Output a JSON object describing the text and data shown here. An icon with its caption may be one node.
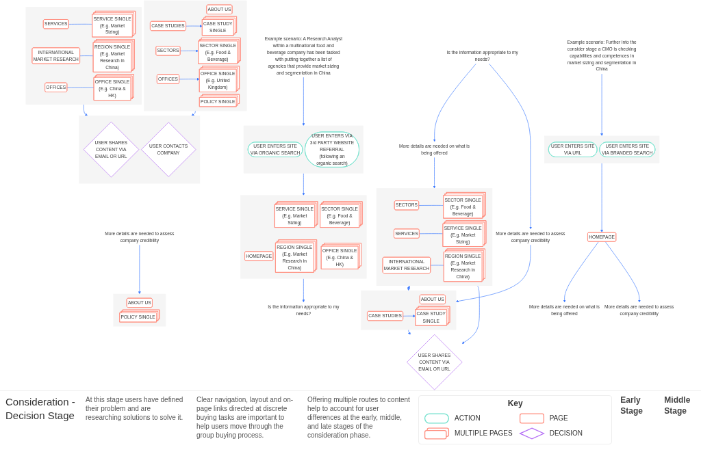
{
  "diagram": {
    "title": "Consideration - Decision Stage",
    "nodes": [
      {
        "text": [],
        "shape": "box"
      },
      {
        "text": [
          "SERVICES"
        ],
        "in": 0
      },
      {
        "text": [
          "SERVICE SINGLE (E.g. Market Sizing)"
        ],
        "in": 0
      },
      {
        "text": [
          "INTERNATIONAL MARKET RESEARCH"
        ],
        "in": 0
      },
      {
        "text": [
          "REGION SINGLE (E.g. Market Research in China)"
        ],
        "in": 0
      },
      {
        "text": [
          "OFFICES"
        ],
        "in": 0
      },
      {
        "text": [
          "OFFICE SINGLE (E.g. China & HK)"
        ],
        "in": 0
      },
      {
        "text": [],
        "shape": "box"
      },
      {
        "text": [
          "ABOUT US"
        ],
        "in": 7
      },
      {
        "text": [
          "POLICY SINGLE"
        ],
        "in": 7
      },
      {
        "text": [
          "CASE STUDIES"
        ],
        "in": 7
      },
      {
        "text": [
          "CASE STUDY SINGLE"
        ],
        "in": 7
      },
      {
        "text": [
          "SECTORS"
        ],
        "in": 7
      },
      {
        "text": [
          "SECTOR SINGLE (E.g. Food & Beverage)"
        ],
        "in": 7
      },
      {
        "text": [
          "OFFICES"
        ],
        "in": 7
      },
      {
        "text": [
          "OFFICE SINGLE (E.g. United Kingdom)"
        ],
        "in": 7
      },
      {
        "text": [],
        "shape": "box"
      },
      {
        "text": [
          "USER SHARES CONTENT VIA EMAIL OR URL"
        ],
        "in": 16
      },
      {
        "text": [
          "USER CONTACTS COMPANY"
        ],
        "in": 16
      },
      {
        "text": [
          "Is the information appropriate to my needs?"
        ]
      },
      {
        "text": [
          "More details are needed on what is being offered"
        ]
      },
      {
        "text": [
          "More details are needed to assess company credibility"
        ]
      },
      {
        "text": [],
        "shape": "box"
      },
      {
        "text": [
          "SECTORS"
        ],
        "in": 22
      },
      {
        "text": [
          "SECTOR SINGLE (E.g. Food & Beverage)"
        ],
        "in": 22
      },
      {
        "text": [
          "SERVICES"
        ],
        "in": 22
      },
      {
        "text": [
          "SERVICE SINGLE (E.g. Market Sizing)"
        ],
        "in": 22
      },
      {
        "text": [
          "INTERNATIONAL MARKET RESEARCH"
        ],
        "in": 22
      },
      {
        "text": [
          "REGION SINGLE (E.g. Market Research in China)"
        ],
        "in": 22
      },
      {
        "text": [],
        "shape": "box"
      },
      {
        "text": [
          "ABOUT US"
        ],
        "in": 29
      },
      {
        "text": [
          "CASE STUDIES"
        ],
        "in": 29
      },
      {
        "text": [
          "CASE STUDY SINGLE"
        ],
        "in": 29
      },
      {
        "text": [
          "USER SHARES CONTENT VIA EMAIL OR URL"
        ]
      },
      {
        "text": [
          "More details are needed to assess company credibility"
        ]
      },
      {
        "text": [],
        "shape": "box"
      },
      {
        "text": [
          "ABOUT US"
        ],
        "in": 35
      },
      {
        "text": [
          "POLICY SINGLE"
        ],
        "in": 35
      },
      {
        "text": [
          "Example scenario: A Research Analyst within a multinational food and beverage company has been tasked with putting together a list of agencies that provide market sizing and segmentation in China"
        ]
      },
      {
        "text": [],
        "shape": "box"
      },
      {
        "text": [
          "USER ENTERS SITE VIA ORGANIC SEARCH"
        ],
        "in": 39
      },
      {
        "text": [
          "USER ENTERS VIA 3rd PARTY WEBSITE REFERRAL (following an organic search)"
        ],
        "in": 39
      },
      {
        "text": [],
        "shape": "box"
      },
      {
        "text": [
          "HOMEPAGE"
        ],
        "in": 42
      },
      {
        "text": [
          "SERVICE SINGLE (E.g. Market Sizing)"
        ],
        "in": 42
      },
      {
        "text": [
          "SECTOR SINGLE (E.g. Food & Beverage)"
        ],
        "in": 42
      },
      {
        "text": [
          "REGION SINGLE (E.g. Market Research in China)"
        ],
        "in": 42
      },
      {
        "text": [
          "OFFICE SINGLE (E.g. China & HK)"
        ],
        "in": 42
      },
      {
        "text": [
          "Is the information appropriate to my needs?"
        ]
      },
      {
        "text": [
          "Example scenario: Further into the consider stage a CMO is checking capabilities and competences in market sizing and segmentation in China"
        ]
      },
      {
        "text": [],
        "shape": "box"
      },
      {
        "text": [
          "USER ENTERS SITE VIA URL"
        ],
        "in": 50
      },
      {
        "text": [
          "USER ENTERS SITE VIA BRANDED SEARCH"
        ],
        "in": 50
      },
      {
        "text": [
          "HOMEPAGE"
        ]
      },
      {
        "text": [
          "More details are needed on what is being offered"
        ]
      },
      {
        "text": [
          "More details are needed to assess company credibility"
        ]
      }
    ],
    "edges": [
      {
        "from": 1,
        "to": 2,
        "arrow": "none"
      },
      {
        "from": 3,
        "to": 4,
        "arrow": "none"
      },
      {
        "from": 5,
        "to": 6,
        "arrow": "none"
      },
      {
        "from": 10,
        "to": 11,
        "arrow": "to"
      },
      {
        "from": 12,
        "to": 13,
        "arrow": "to"
      },
      {
        "from": 14,
        "to": 15,
        "arrow": "to"
      },
      {
        "from": 0,
        "to": 16,
        "arrow": "to"
      },
      {
        "from": 7,
        "to": 16,
        "arrow": "to"
      },
      {
        "from": 19,
        "to": 20,
        "arrow": "to"
      },
      {
        "from": 19,
        "to": 21,
        "arrow": "to"
      },
      {
        "from": 20,
        "to": 22,
        "arrow": "to"
      },
      {
        "from": 21,
        "to": 29,
        "arrow": "to"
      },
      {
        "from": 22,
        "to": 29,
        "arrow": "both"
      },
      {
        "from": 23,
        "to": 24,
        "arrow": "none"
      },
      {
        "from": 25,
        "to": 26,
        "arrow": "none"
      },
      {
        "from": 27,
        "to": 28,
        "arrow": "none"
      },
      {
        "from": 31,
        "to": 32,
        "arrow": "to"
      },
      {
        "from": 22,
        "to": 33,
        "arrow": "to"
      },
      {
        "from": 29,
        "to": 33,
        "arrow": "to"
      },
      {
        "from": 34,
        "to": 35,
        "arrow": "to"
      },
      {
        "from": 38,
        "to": 39,
        "arrow": "to"
      },
      {
        "from": 39,
        "to": 42,
        "arrow": "to"
      },
      {
        "from": 42,
        "to": 48,
        "arrow": "to"
      },
      {
        "from": 49,
        "to": 50,
        "arrow": "to"
      },
      {
        "from": 50,
        "to": 53,
        "arrow": "to"
      },
      {
        "from": 53,
        "to": 54,
        "arrow": "to"
      },
      {
        "from": 53,
        "to": 55,
        "arrow": "to"
      }
    ],
    "labels": [
      "At this stage users have defined their problem and are researching solutions to solve it.",
      "Clear navigation, layout and on-page links directed at discrete buying tasks are important to help users move through the group buying process.",
      "Offering multiple routes to content help to account for user differences at the early, middle, and late stages of the consideration phase.",
      "Key",
      "Early Stage",
      "Middle Stage"
    ],
    "legend": [
      {
        "text": "ACTION"
      },
      {
        "text": "PAGE"
      },
      {
        "text": "MULTIPLE PAGES"
      },
      {
        "text": "DECISION"
      }
    ]
  }
}
